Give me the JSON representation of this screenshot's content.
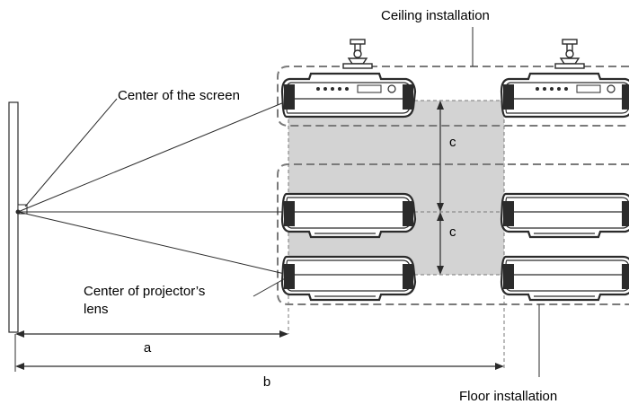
{
  "labels": {
    "ceiling_installation": "Ceiling installation",
    "center_of_screen": "Center of the screen",
    "center_of_lens_line1": "Center of projector’s",
    "center_of_lens_line2": "lens",
    "floor_installation": "Floor installation"
  },
  "dimensions": {
    "a": "a",
    "b": "b",
    "c_upper": "c",
    "c_lower": "c"
  },
  "colors": {
    "shade": "#d3d3d3",
    "dashed_box": "#7a7a7a",
    "projector_body": "#2b2b2b"
  }
}
